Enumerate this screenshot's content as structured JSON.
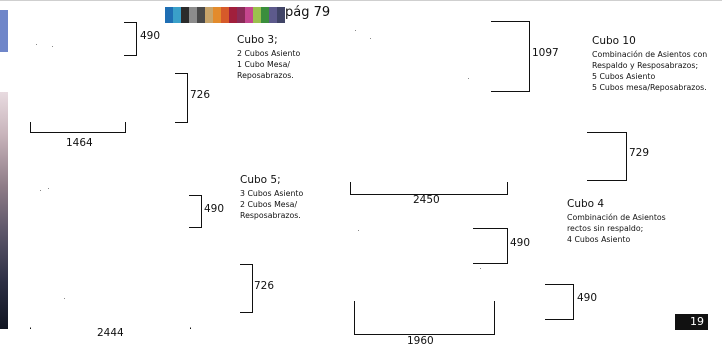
{
  "page_label": "pág 79",
  "page_number": "19",
  "swatch_colors": [
    "#1f6fb4",
    "#3aa0c9",
    "#2b2b2b",
    "#8c8c8c",
    "#4a4a4a",
    "#c8a46a",
    "#e38b2c",
    "#d65a2a",
    "#a11f3c",
    "#8a2b57",
    "#c5468e",
    "#9bc04d",
    "#3a8e3d",
    "#5d5a8c",
    "#404466"
  ],
  "blocks": {
    "cubo3": {
      "title": "Cubo 3;",
      "body": "2 Cubos Asiento\n1 Cubo Mesa/\nReposabrazos."
    },
    "cubo5": {
      "title": "Cubo 5;",
      "body": "3 Cubos Asiento\n2 Cubos Mesa/\nResposabrazos."
    },
    "cubo10": {
      "title": "Cubo 10",
      "body": "Combinación de Asientos con\nRespaldo y Resposabrazos;\n5 Cubos Asiento\n5 Cubos mesa/Reposabrazos."
    },
    "cubo4": {
      "title": "Cubo 4",
      "body": "Combinación de Asientos\nrectos sin respaldo;\n4 Cubos Asiento"
    }
  },
  "dimensions": {
    "d490_a": "490",
    "d726_a": "726",
    "d1464": "1464",
    "d490_b": "490",
    "d726_b": "726",
    "d2444": "2444",
    "d1097": "1097",
    "d729": "729",
    "d2450": "2450",
    "d490_c": "490",
    "d490_d": "490",
    "d1960": "1960"
  }
}
